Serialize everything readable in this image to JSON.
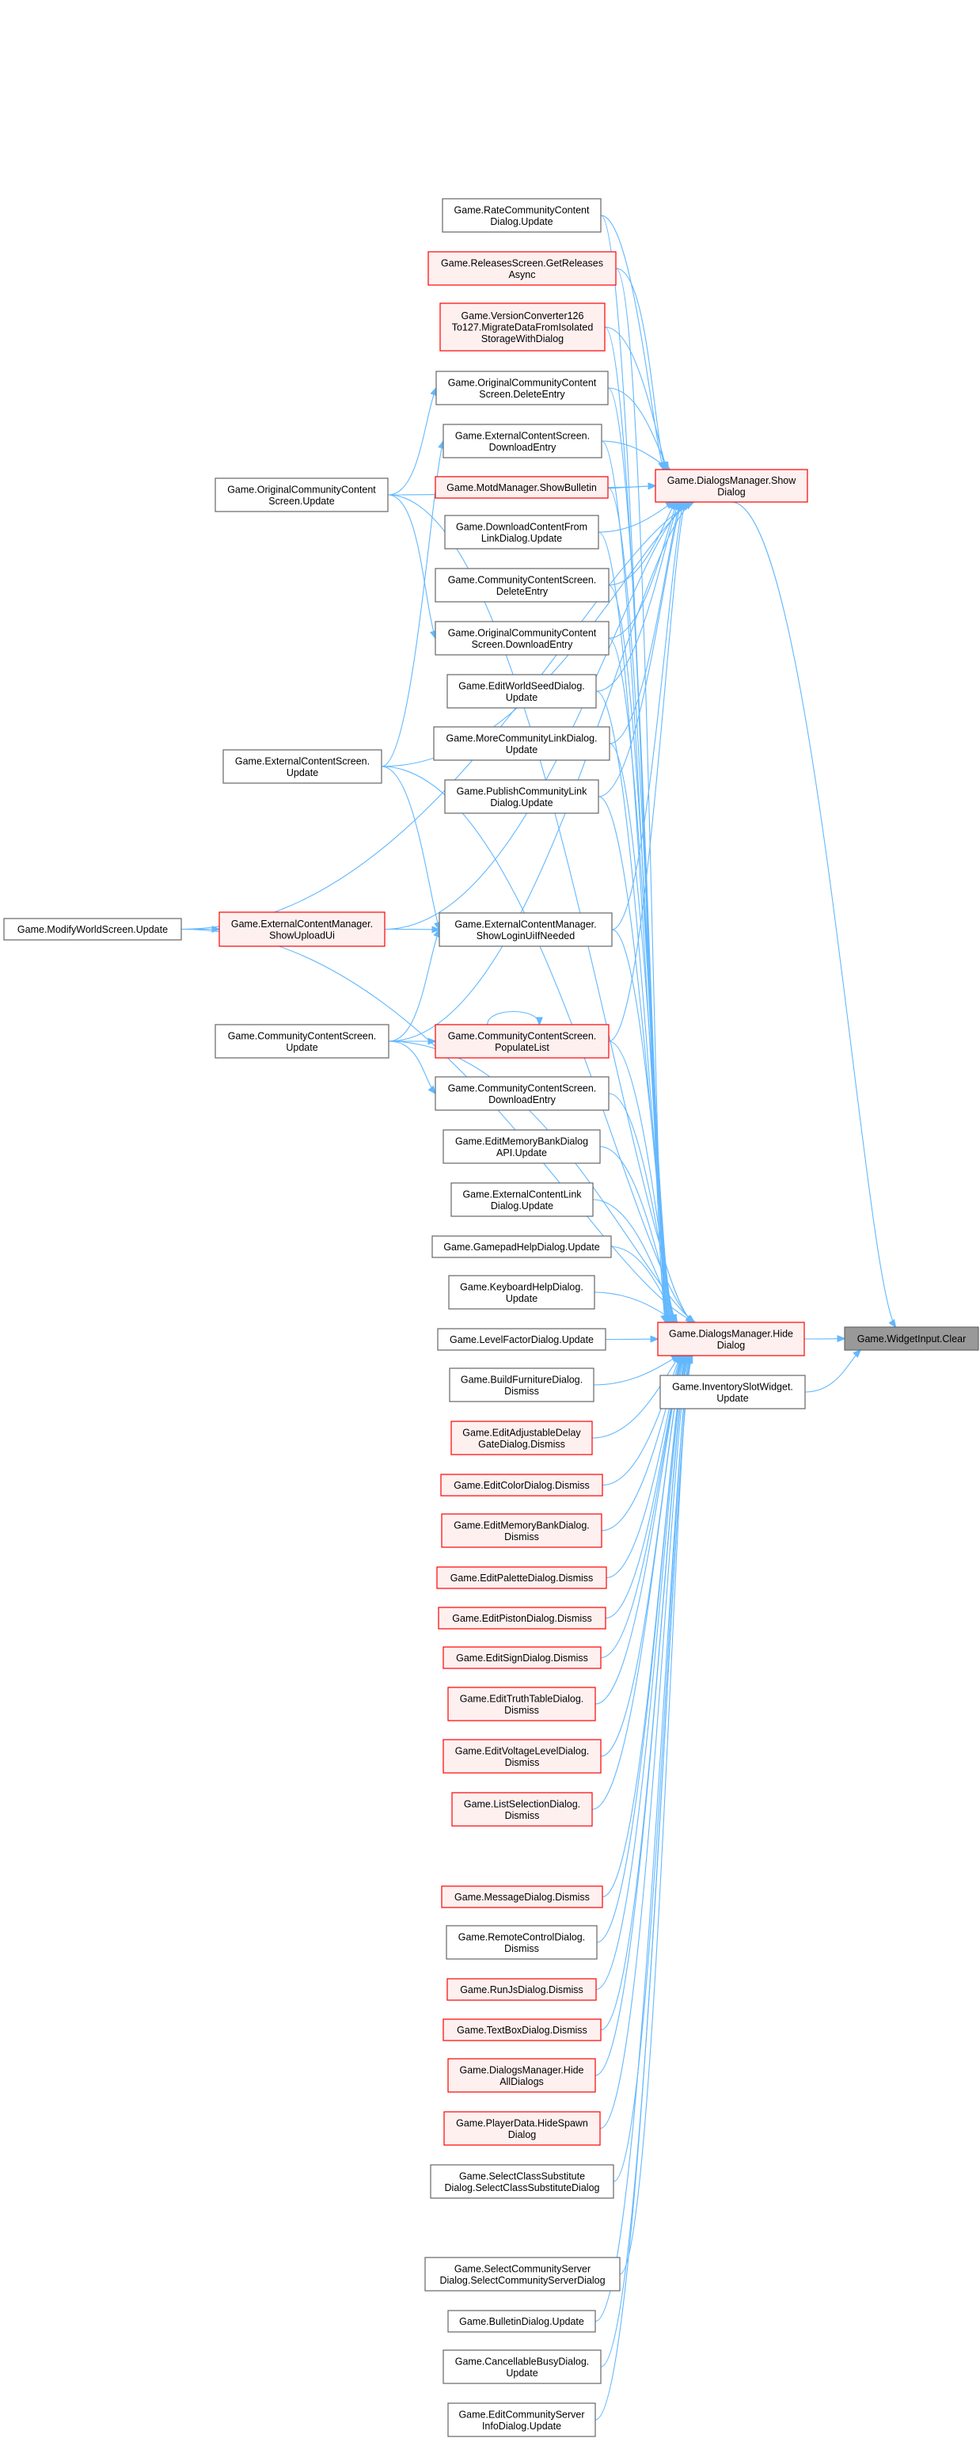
{
  "diagram": {
    "type": "call-graph",
    "colors": {
      "edge": "#63b8ff",
      "node_border": "#666666",
      "node_fill": "#ffffff",
      "truncated_border": "#ff0000",
      "truncated_fill": "#fff0f0",
      "root_fill": "#999999"
    },
    "nodes": [
      {
        "id": "clear",
        "lines": [
          "Game.WidgetInput.Clear"
        ],
        "style": "root"
      },
      {
        "id": "showdialog",
        "lines": [
          "Game.DialogsManager.Show",
          "Dialog"
        ],
        "style": "red"
      },
      {
        "id": "hidedialog",
        "lines": [
          "Game.DialogsManager.Hide",
          "Dialog"
        ],
        "style": "red"
      },
      {
        "id": "invslot",
        "lines": [
          "Game.InventorySlotWidget.",
          "Update"
        ],
        "style": "normal"
      },
      {
        "id": "ratecc",
        "lines": [
          "Game.RateCommunityContent",
          "Dialog.Update"
        ],
        "style": "normal"
      },
      {
        "id": "releases",
        "lines": [
          "Game.ReleasesScreen.GetReleases",
          "Async"
        ],
        "style": "red"
      },
      {
        "id": "vconv",
        "lines": [
          "Game.VersionConverter126",
          "To127.MigrateDataFromIsolated",
          "StorageWithDialog"
        ],
        "style": "red"
      },
      {
        "id": "occdelete",
        "lines": [
          "Game.OriginalCommunityContent",
          "Screen.DeleteEntry"
        ],
        "style": "normal"
      },
      {
        "id": "ecsdownload",
        "lines": [
          "Game.ExternalContentScreen.",
          "DownloadEntry"
        ],
        "style": "normal"
      },
      {
        "id": "motd",
        "lines": [
          "Game.MotdManager.ShowBulletin"
        ],
        "style": "red"
      },
      {
        "id": "dlfromlink",
        "lines": [
          "Game.DownloadContentFrom",
          "LinkDialog.Update"
        ],
        "style": "normal"
      },
      {
        "id": "ccsdelete",
        "lines": [
          "Game.CommunityContentScreen.",
          "DeleteEntry"
        ],
        "style": "normal"
      },
      {
        "id": "occdownload",
        "lines": [
          "Game.OriginalCommunityContent",
          "Screen.DownloadEntry"
        ],
        "style": "normal"
      },
      {
        "id": "editseed",
        "lines": [
          "Game.EditWorldSeedDialog.",
          "Update"
        ],
        "style": "normal"
      },
      {
        "id": "morelink",
        "lines": [
          "Game.MoreCommunityLinkDialog.",
          "Update"
        ],
        "style": "normal"
      },
      {
        "id": "publishlink",
        "lines": [
          "Game.PublishCommunityLink",
          "Dialog.Update"
        ],
        "style": "normal"
      },
      {
        "id": "showlogin",
        "lines": [
          "Game.ExternalContentManager.",
          "ShowLoginUiIfNeeded"
        ],
        "style": "normal"
      },
      {
        "id": "populate",
        "lines": [
          "Game.CommunityContentScreen.",
          "PopulateList"
        ],
        "style": "red"
      },
      {
        "id": "ccsdownload",
        "lines": [
          "Game.CommunityContentScreen.",
          "DownloadEntry"
        ],
        "style": "normal"
      },
      {
        "id": "membankapi",
        "lines": [
          "Game.EditMemoryBankDialog",
          "API.Update"
        ],
        "style": "normal"
      },
      {
        "id": "extlink",
        "lines": [
          "Game.ExternalContentLink",
          "Dialog.Update"
        ],
        "style": "normal"
      },
      {
        "id": "gamepad",
        "lines": [
          "Game.GamepadHelpDialog.Update"
        ],
        "style": "normal"
      },
      {
        "id": "keyboard",
        "lines": [
          "Game.KeyboardHelpDialog.",
          "Update"
        ],
        "style": "normal"
      },
      {
        "id": "levelfactor",
        "lines": [
          "Game.LevelFactorDialog.Update"
        ],
        "style": "normal"
      },
      {
        "id": "buildfurn",
        "lines": [
          "Game.BuildFurnitureDialog.",
          "Dismiss"
        ],
        "style": "normal"
      },
      {
        "id": "adjdelay",
        "lines": [
          "Game.EditAdjustableDelay",
          "GateDialog.Dismiss"
        ],
        "style": "red"
      },
      {
        "id": "editcolor",
        "lines": [
          "Game.EditColorDialog.Dismiss"
        ],
        "style": "red"
      },
      {
        "id": "editmembank",
        "lines": [
          "Game.EditMemoryBankDialog.",
          "Dismiss"
        ],
        "style": "red"
      },
      {
        "id": "editpalette",
        "lines": [
          "Game.EditPaletteDialog.Dismiss"
        ],
        "style": "red"
      },
      {
        "id": "editpiston",
        "lines": [
          "Game.EditPistonDialog.Dismiss"
        ],
        "style": "red"
      },
      {
        "id": "editsign",
        "lines": [
          "Game.EditSignDialog.Dismiss"
        ],
        "style": "red"
      },
      {
        "id": "truthtable",
        "lines": [
          "Game.EditTruthTableDialog.",
          "Dismiss"
        ],
        "style": "red"
      },
      {
        "id": "voltage",
        "lines": [
          "Game.EditVoltageLevelDialog.",
          "Dismiss"
        ],
        "style": "red"
      },
      {
        "id": "listsel",
        "lines": [
          "Game.ListSelectionDialog.",
          "Dismiss"
        ],
        "style": "red"
      },
      {
        "id": "message",
        "lines": [
          "Game.MessageDialog.Dismiss"
        ],
        "style": "red"
      },
      {
        "id": "remote",
        "lines": [
          "Game.RemoteControlDialog.",
          "Dismiss"
        ],
        "style": "normal"
      },
      {
        "id": "runjs",
        "lines": [
          "Game.RunJsDialog.Dismiss"
        ],
        "style": "red"
      },
      {
        "id": "textbox",
        "lines": [
          "Game.TextBoxDialog.Dismiss"
        ],
        "style": "red"
      },
      {
        "id": "hideall",
        "lines": [
          "Game.DialogsManager.Hide",
          "AllDialogs"
        ],
        "style": "red"
      },
      {
        "id": "hidespawn",
        "lines": [
          "Game.PlayerData.HideSpawn",
          "Dialog"
        ],
        "style": "red"
      },
      {
        "id": "selclass",
        "lines": [
          "Game.SelectClassSubstitute",
          "Dialog.SelectClassSubstituteDialog"
        ],
        "style": "normal"
      },
      {
        "id": "selserver",
        "lines": [
          "Game.SelectCommunityServer",
          "Dialog.SelectCommunityServerDialog"
        ],
        "style": "normal"
      },
      {
        "id": "bulletin",
        "lines": [
          "Game.BulletinDialog.Update"
        ],
        "style": "normal"
      },
      {
        "id": "cancelbusy",
        "lines": [
          "Game.CancellableBusyDialog.",
          "Update"
        ],
        "style": "normal"
      },
      {
        "id": "editserver",
        "lines": [
          "Game.EditCommunityServer",
          "InfoDialog.Update"
        ],
        "style": "normal"
      },
      {
        "id": "occupdate",
        "lines": [
          "Game.OriginalCommunityContent",
          "Screen.Update"
        ],
        "style": "normal"
      },
      {
        "id": "ecsupdate",
        "lines": [
          "Game.ExternalContentScreen.",
          "Update"
        ],
        "style": "normal"
      },
      {
        "id": "uploadui",
        "lines": [
          "Game.ExternalContentManager.",
          "ShowUploadUi"
        ],
        "style": "red"
      },
      {
        "id": "ccsupdate",
        "lines": [
          "Game.CommunityContentScreen.",
          "Update"
        ],
        "style": "normal"
      },
      {
        "id": "modifyworld",
        "lines": [
          "Game.ModifyWorldScreen.Update"
        ],
        "style": "normal"
      }
    ],
    "edges": [
      [
        "showdialog",
        "clear"
      ],
      [
        "hidedialog",
        "clear"
      ],
      [
        "invslot",
        "clear"
      ],
      [
        "ratecc",
        "showdialog"
      ],
      [
        "releases",
        "showdialog"
      ],
      [
        "vconv",
        "showdialog"
      ],
      [
        "occdelete",
        "showdialog"
      ],
      [
        "ecsdownload",
        "showdialog"
      ],
      [
        "motd",
        "showdialog"
      ],
      [
        "dlfromlink",
        "showdialog"
      ],
      [
        "ccsdelete",
        "showdialog"
      ],
      [
        "occdownload",
        "showdialog"
      ],
      [
        "editseed",
        "showdialog"
      ],
      [
        "morelink",
        "showdialog"
      ],
      [
        "publishlink",
        "showdialog"
      ],
      [
        "showlogin",
        "showdialog"
      ],
      [
        "populate",
        "showdialog"
      ],
      [
        "uploadui",
        "showdialog"
      ],
      [
        "occupdate",
        "showdialog"
      ],
      [
        "ecsupdate",
        "showdialog"
      ],
      [
        "ccsupdate",
        "showdialog"
      ],
      [
        "modifyworld",
        "showdialog"
      ],
      [
        "ratecc",
        "hidedialog"
      ],
      [
        "releases",
        "hidedialog"
      ],
      [
        "vconv",
        "hidedialog"
      ],
      [
        "occdelete",
        "hidedialog"
      ],
      [
        "ecsdownload",
        "hidedialog"
      ],
      [
        "motd",
        "hidedialog"
      ],
      [
        "dlfromlink",
        "hidedialog"
      ],
      [
        "ccsdelete",
        "hidedialog"
      ],
      [
        "occdownload",
        "hidedialog"
      ],
      [
        "editseed",
        "hidedialog"
      ],
      [
        "morelink",
        "hidedialog"
      ],
      [
        "publishlink",
        "hidedialog"
      ],
      [
        "showlogin",
        "hidedialog"
      ],
      [
        "populate",
        "hidedialog"
      ],
      [
        "ccsdownload",
        "hidedialog"
      ],
      [
        "membankapi",
        "hidedialog"
      ],
      [
        "extlink",
        "hidedialog"
      ],
      [
        "gamepad",
        "hidedialog"
      ],
      [
        "keyboard",
        "hidedialog"
      ],
      [
        "levelfactor",
        "hidedialog"
      ],
      [
        "buildfurn",
        "hidedialog"
      ],
      [
        "adjdelay",
        "hidedialog"
      ],
      [
        "editcolor",
        "hidedialog"
      ],
      [
        "editmembank",
        "hidedialog"
      ],
      [
        "editpalette",
        "hidedialog"
      ],
      [
        "editpiston",
        "hidedialog"
      ],
      [
        "editsign",
        "hidedialog"
      ],
      [
        "truthtable",
        "hidedialog"
      ],
      [
        "voltage",
        "hidedialog"
      ],
      [
        "listsel",
        "hidedialog"
      ],
      [
        "message",
        "hidedialog"
      ],
      [
        "remote",
        "hidedialog"
      ],
      [
        "runjs",
        "hidedialog"
      ],
      [
        "textbox",
        "hidedialog"
      ],
      [
        "hideall",
        "hidedialog"
      ],
      [
        "hidespawn",
        "hidedialog"
      ],
      [
        "selclass",
        "hidedialog"
      ],
      [
        "selserver",
        "hidedialog"
      ],
      [
        "bulletin",
        "hidedialog"
      ],
      [
        "cancelbusy",
        "hidedialog"
      ],
      [
        "editserver",
        "hidedialog"
      ],
      [
        "occupdate",
        "hidedialog"
      ],
      [
        "ecsupdate",
        "hidedialog"
      ],
      [
        "ccsupdate",
        "hidedialog"
      ],
      [
        "modifyworld",
        "hidedialog"
      ],
      [
        "occupdate",
        "occdelete"
      ],
      [
        "occupdate",
        "occdownload"
      ],
      [
        "ecsupdate",
        "ecsdownload"
      ],
      [
        "ecsupdate",
        "showlogin"
      ],
      [
        "uploadui",
        "showlogin"
      ],
      [
        "ccsupdate",
        "showlogin"
      ],
      [
        "ccsupdate",
        "populate"
      ],
      [
        "ccsupdate",
        "ccsdownload"
      ],
      [
        "populate",
        "populate"
      ],
      [
        "modifyworld",
        "uploadui"
      ]
    ]
  }
}
